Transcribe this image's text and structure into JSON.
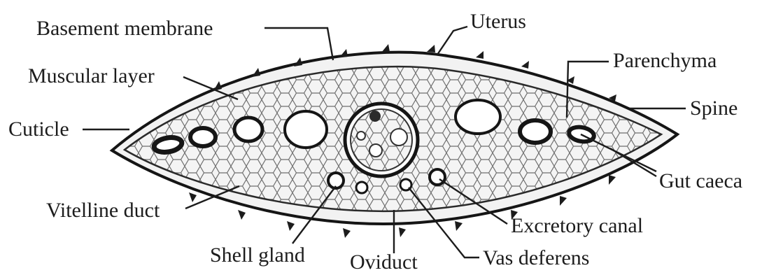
{
  "labels": {
    "basement_membrane": "Basement membrane",
    "uterus": "Uterus",
    "muscular_layer": "Muscular layer",
    "parenchyma": "Parenchyma",
    "spine": "Spine",
    "cuticle": "Cuticle",
    "gut_caeca": "Gut caeca",
    "vitelline_duct": "Vitelline duct",
    "excretory_canal": "Excretory canal",
    "shell_gland": "Shell gland",
    "oviduct": "Oviduct",
    "vas_deferens": "Vas deferens"
  }
}
